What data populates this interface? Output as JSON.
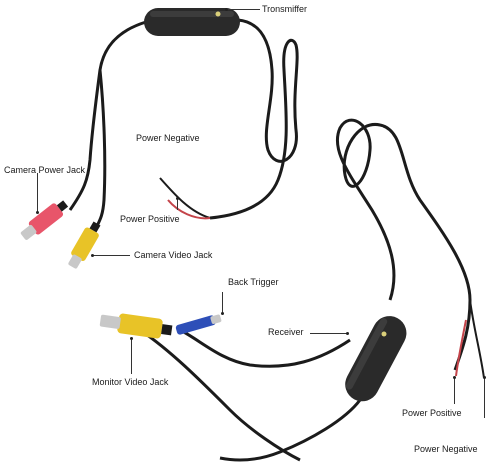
{
  "labels": {
    "transmitter": "Tronsmiffer",
    "power_negative_top": "Power Negative",
    "camera_power_jack": "Camera Power Jack",
    "power_positive_top": "Power Positive",
    "camera_video_jack": "Camera Video Jack",
    "back_trigger": "Back Trigger",
    "receiver": "Receiver",
    "monitor_video_jack": "Monitor Video Jack",
    "power_positive_bottom": "Power Positive",
    "power_negative_bottom": "Power Negative"
  },
  "colors": {
    "cable": "#1b1b1b",
    "module_body": "#2a2a2a",
    "led": "#d9cf7a",
    "rca_yellow": "#e8c327",
    "power_jack_red": "#e8556a",
    "wire_red": "#c4444a",
    "trigger_blue": "#2e4fb8",
    "metal": "#c8c8c8"
  }
}
